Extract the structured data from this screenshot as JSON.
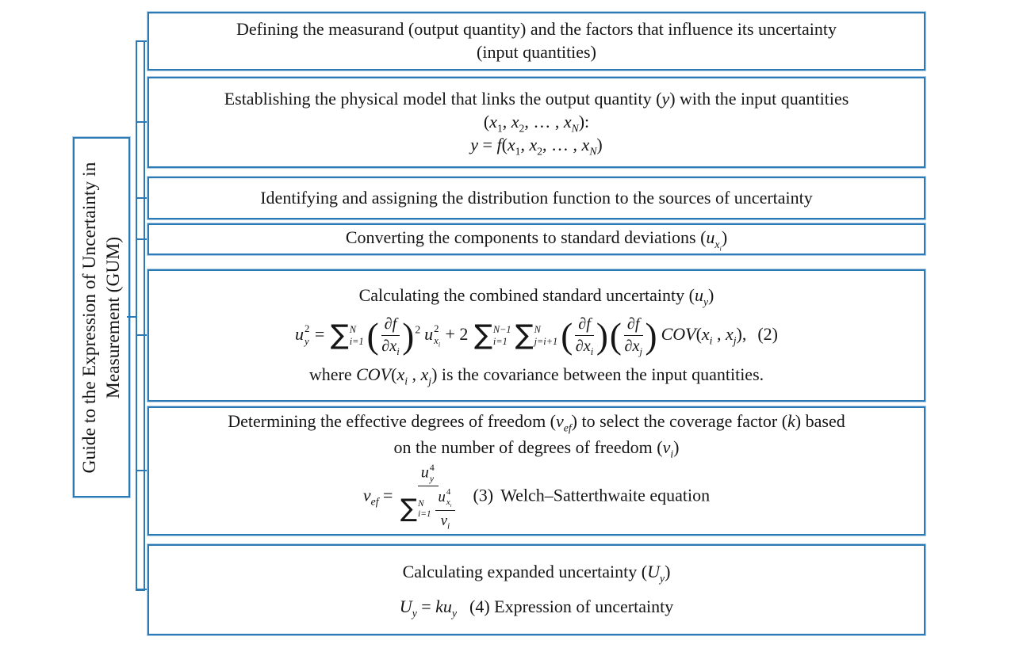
{
  "colors": {
    "border_blue": "#2b7ab6",
    "halo_blue": "#aecce5",
    "text": "#151515",
    "background": "#ffffff"
  },
  "sidebar": {
    "line1": "Guide to the Expression of Uncertainty in",
    "line2": "Measurement (GUM)"
  },
  "steps": {
    "step1": {
      "line1": "Defining the measurand (output quantity) and the factors that influence its uncertainty",
      "line2": "(input quantities)"
    },
    "step2": {
      "line1": [
        {
          "t": "Establishing the physical model that links the output quantity ("
        },
        {
          "m": "y"
        },
        {
          "t": ") with the input quantities"
        }
      ],
      "line2": [
        {
          "t": "("
        },
        {
          "m": "x"
        },
        {
          "sub": "1"
        },
        {
          "t": ", "
        },
        {
          "m": "x"
        },
        {
          "sub": "2"
        },
        {
          "t": ", … , "
        },
        {
          "m": "x"
        },
        {
          "sub": "N"
        },
        {
          "t": "):"
        }
      ],
      "line3": [
        {
          "m": "y"
        },
        {
          "t": " = "
        },
        {
          "m": "f"
        },
        {
          "t": "("
        },
        {
          "m": "x"
        },
        {
          "sub": "1"
        },
        {
          "t": ", "
        },
        {
          "m": "x"
        },
        {
          "sub": "2"
        },
        {
          "t": ", … , "
        },
        {
          "m": "x"
        },
        {
          "sub": "N"
        },
        {
          "t": ")"
        }
      ]
    },
    "step3": {
      "line1": "Identifying and assigning the distribution function to the sources of uncertainty"
    },
    "step4": {
      "line1": [
        {
          "t": "Converting the components to standard deviations ("
        },
        {
          "m": "u"
        },
        {
          "sub": [
            {
              "m": "x"
            },
            {
              "sub": [
                {
                  "m": "i"
                }
              ]
            }
          ]
        },
        {
          "t": ")"
        }
      ]
    },
    "step5": {
      "line1": [
        {
          "t": "Calculating the combined standard uncertainty ("
        },
        {
          "m": "u"
        },
        {
          "sub": [
            {
              "m": "y"
            }
          ]
        },
        {
          "t": ")"
        }
      ],
      "equation2": [
        {
          "m": "u"
        },
        {
          "ss": {
            "sup": "2",
            "sub": "y"
          }
        },
        {
          "t": " = "
        },
        {
          "sum": {
            "sup": "N",
            "sub": "i=1"
          }
        },
        {
          "bigp": "("
        },
        {
          "frac": {
            "num": [
              {
                "m": "∂f"
              }
            ],
            "den": [
              {
                "m": "∂x"
              },
              {
                "sub": [
                  {
                    "m": "i"
                  }
                ]
              }
            ]
          }
        },
        {
          "bigp": ")"
        },
        {
          "sup": "2"
        },
        {
          "sp": 5
        },
        {
          "m": "u"
        },
        {
          "ss": {
            "sup": "2",
            "sub": [
              {
                "m": "x"
              },
              {
                "sub": [
                  {
                    "m": "i"
                  }
                ]
              }
            ]
          }
        },
        {
          "t": " + 2 "
        },
        {
          "sum": {
            "sup": "N−1",
            "sub": "i=1"
          }
        },
        {
          "sum": {
            "sup": "N",
            "sub": "j=i+1"
          }
        },
        {
          "bigp": "("
        },
        {
          "frac": {
            "num": [
              {
                "m": "∂f"
              }
            ],
            "den": [
              {
                "m": "∂x"
              },
              {
                "sub": [
                  {
                    "m": "i"
                  }
                ]
              }
            ]
          }
        },
        {
          "bigp": ")"
        },
        {
          "bigp": "("
        },
        {
          "frac": {
            "num": [
              {
                "m": "∂f"
              }
            ],
            "den": [
              {
                "m": "∂x"
              },
              {
                "sub": [
                  {
                    "m": "j"
                  }
                ]
              }
            ]
          }
        },
        {
          "bigp": ")"
        },
        {
          "sp": 4
        },
        {
          "m": "COV"
        },
        {
          "t": "("
        },
        {
          "m": "x"
        },
        {
          "sub": [
            {
              "m": "i"
            }
          ]
        },
        {
          "t": " , "
        },
        {
          "m": "x"
        },
        {
          "sub": [
            {
              "m": "j"
            }
          ]
        },
        {
          "t": "),"
        },
        {
          "sp": 14
        },
        {
          "t": "(2)"
        }
      ],
      "line3": [
        {
          "t": "where "
        },
        {
          "m": "COV"
        },
        {
          "t": "("
        },
        {
          "m": "x"
        },
        {
          "sub": [
            {
              "m": "i"
            }
          ]
        },
        {
          "t": " , "
        },
        {
          "m": "x"
        },
        {
          "sub": [
            {
              "m": "j"
            }
          ]
        },
        {
          "t": ") is the covariance between the input quantities."
        }
      ]
    },
    "step6": {
      "line1": [
        {
          "t": "Determining the effective degrees of freedom ("
        },
        {
          "m": "v"
        },
        {
          "sub": [
            {
              "m": "ef"
            }
          ]
        },
        {
          "t": ") to select the coverage factor ("
        },
        {
          "m": "k"
        },
        {
          "t": ") based"
        }
      ],
      "line2": [
        {
          "t": "on the number of degrees of freedom ("
        },
        {
          "m": "v"
        },
        {
          "sub": [
            {
              "m": "i"
            }
          ]
        },
        {
          "t": ")"
        }
      ],
      "equation3": [
        {
          "m": "v"
        },
        {
          "sub": [
            {
              "m": "ef"
            }
          ]
        },
        {
          "t": " = "
        },
        {
          "frac": {
            "num": [
              {
                "m": "u"
              },
              {
                "ss": {
                  "sup": "4",
                  "sub": "y"
                }
              }
            ],
            "den": [
              {
                "sum": {
                  "sup": "N",
                  "sub": "i=1"
                }
              },
              {
                "frac": {
                  "num": [
                    {
                      "m": "u"
                    },
                    {
                      "ss": {
                        "sup": "4",
                        "sub": [
                          {
                            "m": "x"
                          },
                          {
                            "sub": [
                              {
                                "m": "i"
                              }
                            ]
                          }
                        ]
                      }
                    }
                  ],
                  "den": [
                    {
                      "m": "v"
                    },
                    {
                      "sub": [
                        {
                          "m": "i"
                        }
                      ]
                    }
                  ]
                }
              }
            ]
          }
        },
        {
          "sp": 18
        },
        {
          "t": "(3)"
        },
        {
          "sp": 9
        },
        {
          "t": "Welch–Satterthwaite equation"
        }
      ]
    },
    "step7": {
      "line1": [
        {
          "t": "Calculating expanded uncertainty ("
        },
        {
          "m": "U"
        },
        {
          "sub": [
            {
              "m": "y"
            }
          ]
        },
        {
          "t": ")"
        }
      ],
      "line2": [
        {
          "m": "U"
        },
        {
          "sub": [
            {
              "m": "y"
            }
          ]
        },
        {
          "t": " = "
        },
        {
          "m": "ku"
        },
        {
          "sub": [
            {
              "m": "y"
            }
          ]
        },
        {
          "sp": 16
        },
        {
          "t": "(4) Expression of uncertainty"
        }
      ]
    }
  }
}
